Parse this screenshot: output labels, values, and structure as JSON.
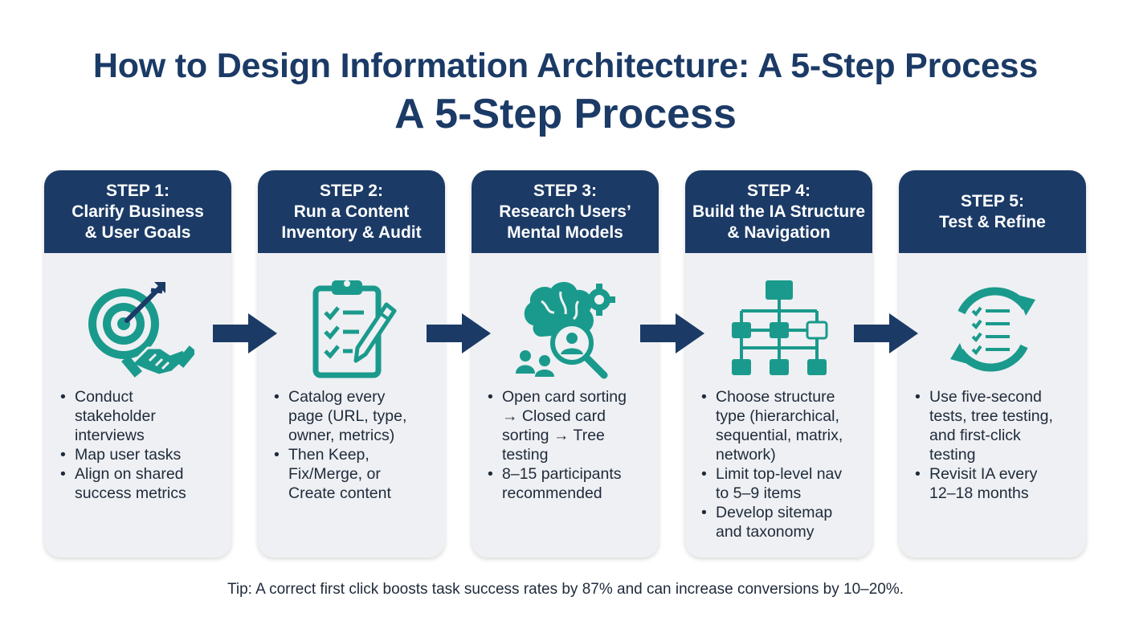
{
  "title": {
    "line1": "How to Design Information Architecture: A 5-Step Process",
    "line2": "A 5-Step Process"
  },
  "colors": {
    "navy": "#1b3a66",
    "teal": "#1a9a8c",
    "card_bg": "#eef0f3"
  },
  "steps": [
    {
      "heading": [
        "STEP 1:",
        "Clarify Business",
        "& User Goals"
      ],
      "icon": "target-handshake-icon",
      "bullets": [
        [
          "Conduct",
          "stakeholder",
          "interviews"
        ],
        [
          "Map user tasks"
        ],
        [
          "Align on shared",
          "success metrics"
        ]
      ]
    },
    {
      "heading": [
        "STEP 2:",
        "Run a Content",
        "Inventory & Audit"
      ],
      "icon": "clipboard-checklist-icon",
      "bullets": [
        [
          "Catalog every",
          "page (URL, type,",
          "owner, metrics)"
        ],
        [
          "Then Keep,",
          "Fix/Merge, or",
          "Create content"
        ]
      ]
    },
    {
      "heading": [
        "STEP 3:",
        "Research Users’",
        "Mental Models"
      ],
      "icon": "brain-research-icon",
      "bullets": [
        [
          "Open card sorting",
          "→ Closed card",
          "sorting → Tree",
          "testing"
        ],
        [
          "8–15 participants",
          "recommended"
        ]
      ]
    },
    {
      "heading": [
        "STEP 4:",
        "Build the IA Structure",
        "& Navigation"
      ],
      "icon": "sitemap-hierarchy-icon",
      "bullets": [
        [
          "Choose structure",
          "type (hierarchical,",
          "sequential, matrix,",
          "network)"
        ],
        [
          "Limit top-level nav",
          "to 5–9 items"
        ],
        [
          "Develop sitemap",
          "and taxonomy"
        ]
      ]
    },
    {
      "heading": [
        "STEP 5:",
        "Test & Refine"
      ],
      "icon": "refresh-checklist-icon",
      "bullets": [
        [
          "Use five-second",
          "tests, tree testing,",
          "and first-click",
          "testing"
        ],
        [
          "Revisit IA every",
          "12–18 months"
        ]
      ]
    }
  ],
  "tip": "Tip: A correct first click boosts task success rates by 87% and can increase conversions by 10–20%."
}
